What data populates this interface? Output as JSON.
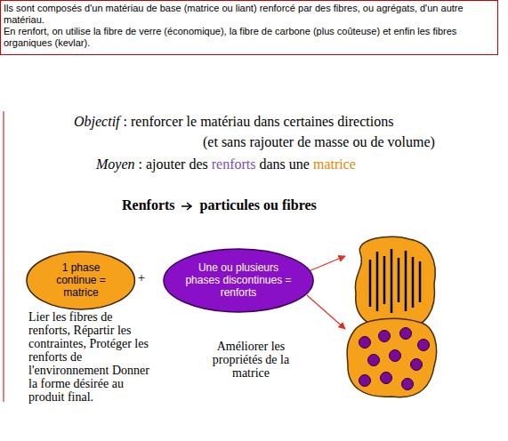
{
  "diagram": {
    "nodes": [
      {
        "text": [
          "Ils sont composés d'un matériau de base (matrice ou liant) renforcé par des fibres, ou agrégats, d'un autre matériau.",
          "En renfort, on utilise la fibre de verre (économique), la fibre de carbone (plus coûteuse) et enfin les fibres organiques (kevlar)."
        ]
      },
      {
        "text": [
          "1 phase continue = matrice"
        ]
      },
      {
        "text": [
          "Une ou plusieurs phases discontinues = renforts"
        ]
      }
    ],
    "labels": [
      "Objectif",
      ": renforcer le matériau dans certaines directions",
      "(et sans rajouter de masse ou de volume)",
      "Moyen",
      ": ajouter des",
      "renforts",
      "dans une",
      "matrice",
      "Renforts",
      "particules ou fibres",
      "+",
      "Lier les fibres de renforts, Répartir les contraintes, Protéger les renforts de l'environnement Donner la forme désirée au produit final.",
      "Améliorer les propriétés de la matrice"
    ]
  }
}
